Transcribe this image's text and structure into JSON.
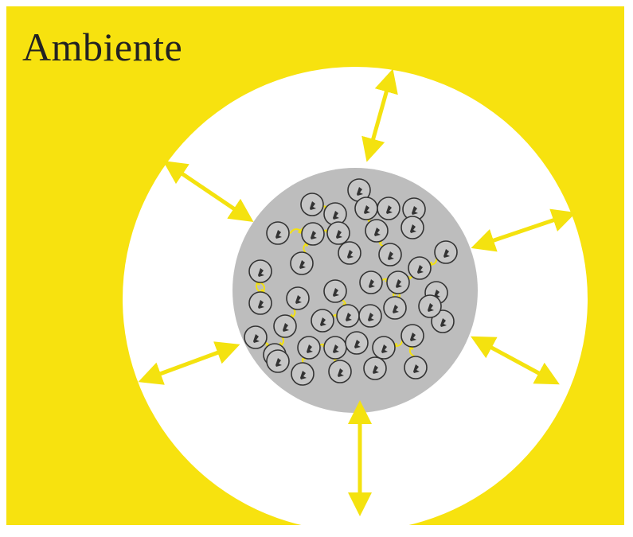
{
  "diagram": {
    "ambient_label": "Ambiente",
    "colors": {
      "environment": "#f7e20f",
      "boundary_region": "#ffffff",
      "system": "#bdbdbd",
      "particle_fill": "#c6c6c6",
      "particle_outline": "#333333",
      "particle_symbol": "#333333",
      "arrow": "#f4e20f"
    },
    "particle_symbol": "cell-glyph",
    "icons": [
      "double-arrow",
      "curved-arrow"
    ]
  }
}
